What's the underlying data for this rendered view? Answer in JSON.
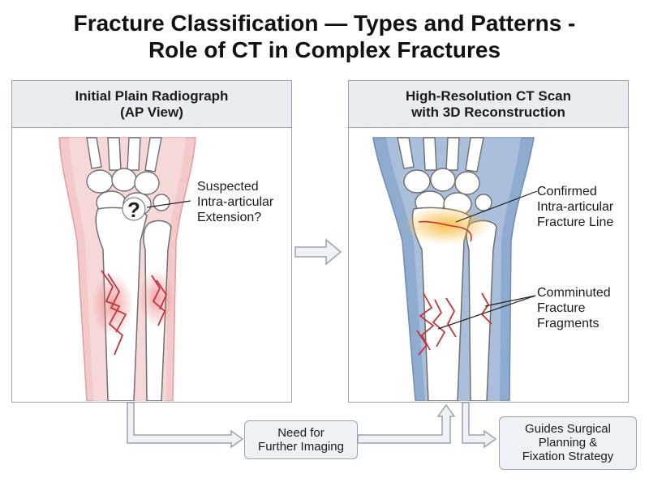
{
  "title_line1": "Fracture Classification — Types and Patterns -",
  "title_line2": "Role of CT in Complex Fractures",
  "left_panel": {
    "heading_line1": "Initial Plain Radiograph",
    "heading_line2": "(AP View)",
    "question_mark": "?",
    "annotation": [
      "Suspected",
      "Intra-articular",
      "Extension?"
    ]
  },
  "right_panel": {
    "heading_line1": "High-Resolution CT Scan",
    "heading_line2": "with 3D Reconstruction",
    "annotation_top": [
      "Confirmed",
      "Intra-articular",
      "Fracture Line"
    ],
    "annotation_bottom": [
      "Comminuted",
      "Fracture",
      "Fragments"
    ]
  },
  "flow": {
    "need_box": [
      "Need for",
      "Further Imaging"
    ],
    "guides_box": [
      "Guides Surgical",
      "Planning &",
      "Fixation Strategy"
    ]
  },
  "colors": {
    "panel_border": "#9aa3ad",
    "header_fill": "#e9edf2",
    "soft_tissue_red": "#f2c4c4",
    "ct_blue": "#8aa8cc",
    "fracture_red": "#c2353b",
    "highlight_orange": "#f6b93b"
  }
}
